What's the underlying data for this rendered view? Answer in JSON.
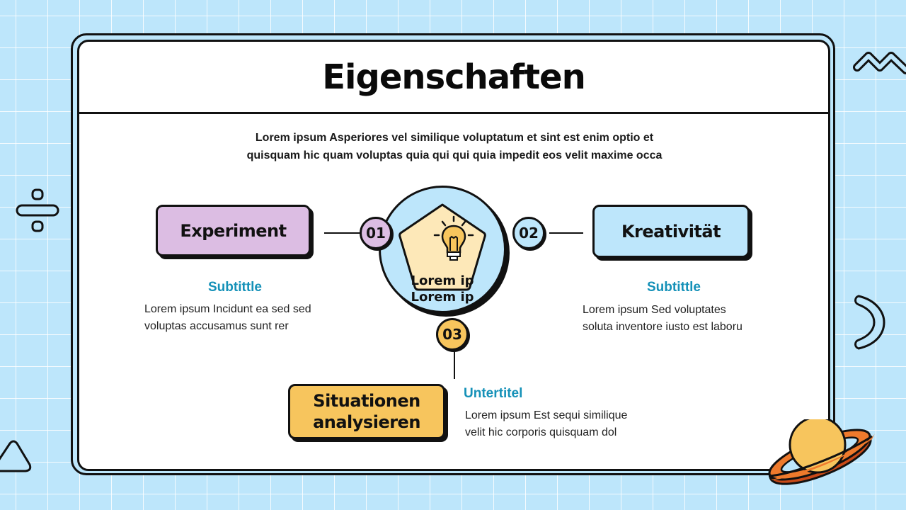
{
  "slide": {
    "title": "Eigenschaften",
    "intro_line1": "Lorem ipsum Asperiores vel similique voluptatum et sint est enim optio et",
    "intro_line2": "quisquam hic quam voluptas quia qui qui quia impedit eos velit maxime occa"
  },
  "center": {
    "icon": "lightbulb-icon",
    "line1": "Lorem ip",
    "line2": "Lorem ip"
  },
  "items": [
    {
      "number": "01",
      "label": "Experiment",
      "subtitle": "Subtittle",
      "desc_line1": "Lorem ipsum Incidunt ea sed sed",
      "desc_line2": "voluptas accusamus sunt rer",
      "color": "#dcbde3"
    },
    {
      "number": "02",
      "label": "Kreativität",
      "subtitle": "Subtittle",
      "desc_line1": "Lorem ipsum Sed voluptates",
      "desc_line2": "soluta inventore iusto est laboru",
      "color": "#bde6fb"
    },
    {
      "number": "03",
      "label_line1": "Situationen",
      "label_line2": "analysieren",
      "subtitle": "Untertitel",
      "desc_line1": "Lorem ipsum Est sequi similique",
      "desc_line2": "velit hic corporis quisquam dol",
      "color": "#f7c55d"
    }
  ],
  "colors": {
    "background": "#bde6fb",
    "accent_text": "#1591b8",
    "pentagon": "#fde8b8",
    "planet": "#f7c55d",
    "ring": "#ee7a2c"
  },
  "decorations": [
    "zigzag-icon",
    "divide-icon",
    "crescent-icon",
    "triangle-icon",
    "planet-icon"
  ]
}
